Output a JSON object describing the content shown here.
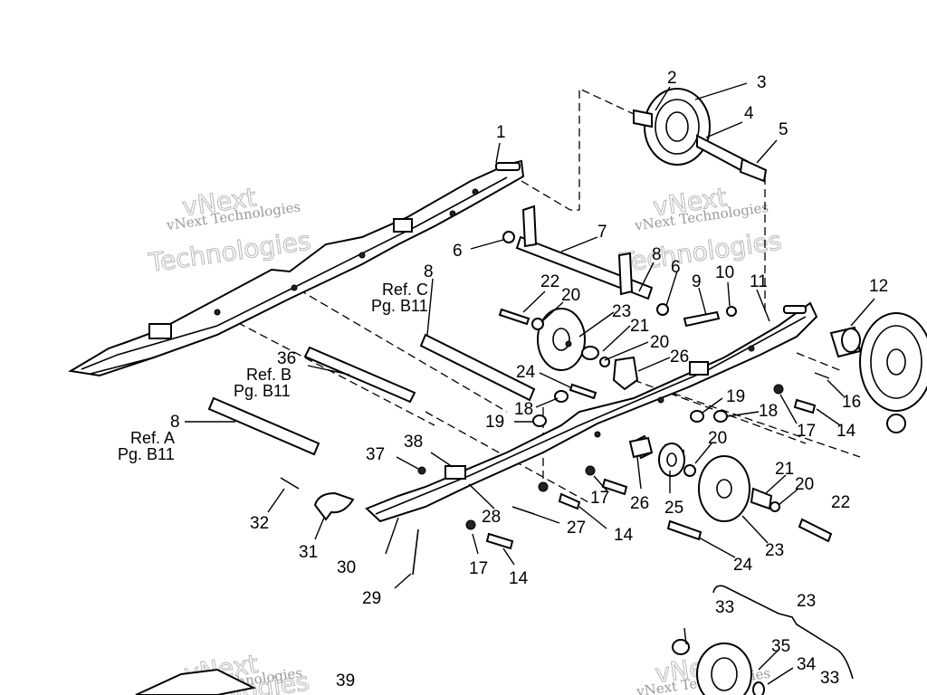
{
  "watermark": {
    "company": "vNext Technologies",
    "big_line1": "vNext",
    "big_line2": "Technologies"
  },
  "callouts": {
    "c1": "1",
    "c2": "2",
    "c3": "3",
    "c4": "4",
    "c5": "5",
    "c6a": "6",
    "c6b": "6",
    "c7": "7",
    "c8a": "8",
    "c8b": "8",
    "c8c": "8",
    "c9": "9",
    "c10": "10",
    "c11": "11",
    "c12": "12",
    "c14a": "14",
    "c14b": "14",
    "c14c": "14",
    "c16": "16",
    "c17a": "17",
    "c17b": "17",
    "c17c": "17",
    "c18a": "18",
    "c18b": "18",
    "c19a": "19",
    "c19b": "19",
    "c20a": "20",
    "c20b": "20",
    "c20c": "20",
    "c20d": "20",
    "c21a": "21",
    "c21b": "21",
    "c22a": "22",
    "c22b": "22",
    "c23a": "23",
    "c23b": "23",
    "c23c": "23",
    "c24a": "24",
    "c24b": "24",
    "c25": "25",
    "c26a": "26",
    "c26b": "26",
    "c27": "27",
    "c28": "28",
    "c29": "29",
    "c30": "30",
    "c31": "31",
    "c32": "32",
    "c33a": "33",
    "c33b": "33",
    "c34": "34",
    "c35": "35",
    "c36": "36",
    "c37": "37",
    "c38": "38",
    "c39": "39"
  },
  "refs": {
    "ref_c_line1": "Ref. C",
    "ref_c_line2": "Pg. B11",
    "ref_b_line1": "Ref. B",
    "ref_b_line2": "Pg. B11",
    "ref_a_line1": "Ref. A",
    "ref_a_line2": "Pg. B11"
  }
}
